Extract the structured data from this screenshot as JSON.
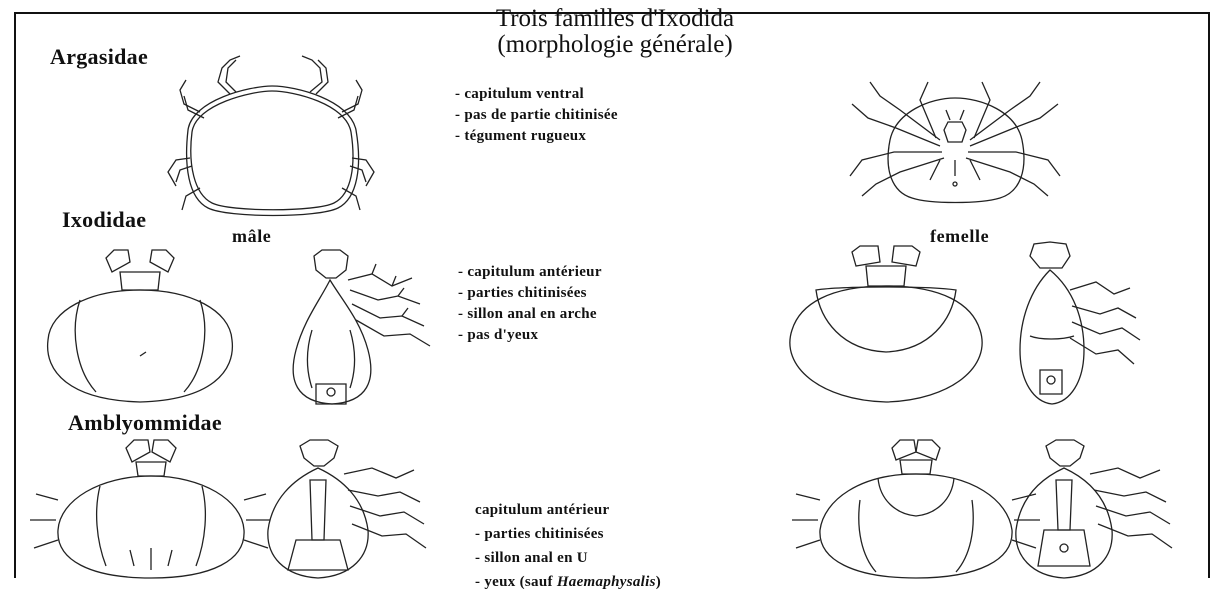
{
  "title": {
    "line1": "Trois familles d'Ixodida",
    "line2": "(morphologie générale)"
  },
  "argasidae": {
    "label": "Argasidae",
    "features": [
      "- capitulum ventral",
      "- pas de partie chitinisée",
      "- tégument rugueux"
    ]
  },
  "ixodidae": {
    "label": "Ixodidae",
    "male_label": "mâle",
    "female_label": "femelle",
    "features": [
      "- capitulum antérieur",
      "- parties chitinisées",
      "- sillon anal en arche",
      "- pas d'yeux"
    ]
  },
  "amblyommidae": {
    "label": "Amblyommidae",
    "features": [
      "capitulum antérieur",
      "- parties chitinisées",
      "- sillon anal en U"
    ],
    "eyes_prefix": "- yeux (sauf ",
    "eyes_genus": "Haemaphysalis",
    "eyes_suffix": ")"
  }
}
